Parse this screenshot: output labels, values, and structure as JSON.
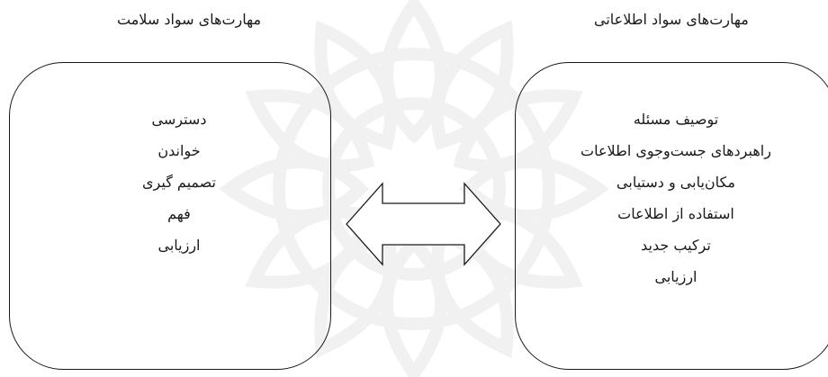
{
  "left_panel": {
    "title": "مهارت‌های سواد سلامت",
    "items": [
      "دسترسی",
      "خواندن",
      "تصمیم گیری",
      "فهم",
      "ارزیابی"
    ]
  },
  "right_panel": {
    "title": "مهارت‌های سواد اطلاعاتی",
    "items": [
      "توصیف مسئله",
      "راهبردهای جست‌وجوی اطلاعات",
      "مکان‌یابی و دستیابی",
      "استفاده از اطلاعات",
      "ترکیب جدید",
      "ارزیابی"
    ]
  },
  "connector": {
    "icon": "double-headed-arrow-icon"
  },
  "colors": {
    "ink": "#1a1a1a",
    "background": "#ffffff",
    "watermark": "#9a9a9a"
  }
}
